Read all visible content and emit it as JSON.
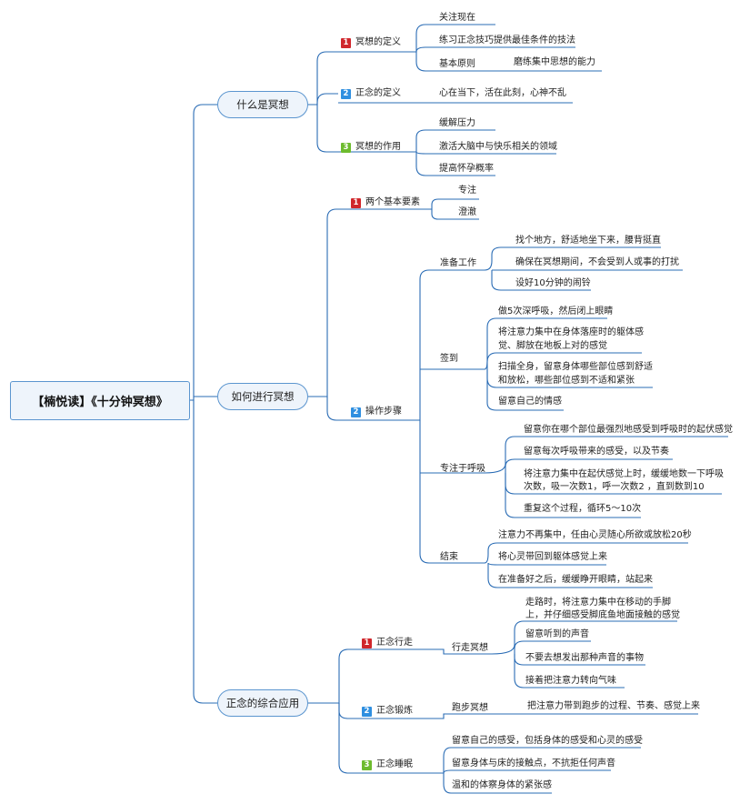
{
  "root": "【楠悦读】《十分钟冥想》",
  "b1": {
    "title": "什么是冥想",
    "def": {
      "badge": "1",
      "label": "冥想的定义",
      "items": [
        "关注现在",
        "练习正念技巧提供最佳条件的技法",
        "基本原则"
      ],
      "principle": "磨练集中思想的能力"
    },
    "mind": {
      "badge": "2",
      "label": "正念的定义",
      "item": "心在当下，活在此刻，心神不乱"
    },
    "effect": {
      "badge": "3",
      "label": "冥想的作用",
      "items": [
        "缓解压力",
        "激活大脑中与快乐相关的领域",
        "提高怀孕概率"
      ]
    }
  },
  "b2": {
    "title": "如何进行冥想",
    "elements": {
      "badge": "1",
      "label": "两个基本要素",
      "items": [
        "专注",
        "澄澈"
      ]
    },
    "steps": {
      "badge": "2",
      "label": "操作步骤",
      "prep": {
        "label": "准备工作",
        "items": [
          "找个地方，舒适地坐下来，腰背挺直",
          "确保在冥想期间，不会受到人或事的打扰",
          "设好10分钟的闹铃"
        ]
      },
      "checkin": {
        "label": "签到",
        "items": [
          "做5次深呼吸，然后闭上眼睛",
          [
            "将注意力集中在身体落座时的躯体感",
            "觉、脚放在地板上对的感觉"
          ],
          [
            "扫描全身，留意身体哪些部位感到舒适",
            "和放松，哪些部位感到不适和紧张"
          ],
          "留意自己的情感"
        ]
      },
      "breath": {
        "label": "专注于呼吸",
        "items": [
          "留意你在哪个部位最强烈地感受到呼吸时的起伏感觉",
          "留意每次呼吸带来的感受，以及节奏",
          [
            "将注意力集中在起伏感觉上时，缓缓地数一下呼吸",
            "次数，吸一次数1，呼一次数2 ，直到数到10"
          ],
          "重复这个过程，循环5～10次"
        ]
      },
      "end": {
        "label": "结束",
        "items": [
          "注意力不再集中，任由心灵随心所欲或放松20秒",
          "将心灵带回到躯体感觉上来",
          "在准备好之后，缓缓睁开眼睛，站起来"
        ]
      }
    }
  },
  "b3": {
    "title": "正念的综合应用",
    "walk": {
      "badge": "1",
      "label": "正念行走",
      "sub": "行走冥想",
      "items": [
        [
          "走路时，将注意力集中在移动的手脚",
          "上，并仔细感受脚底鱼地面接触的感觉"
        ],
        "留意听到的声音",
        "不要去想发出那种声音的事物",
        "接着把注意力转向气味"
      ]
    },
    "run": {
      "badge": "2",
      "label": "正念锻炼",
      "sub": "跑步冥想",
      "item": "把注意力带到跑步的过程、节奏、感觉上来"
    },
    "sleep": {
      "badge": "3",
      "label": "正念睡眠",
      "items": [
        "留意自己的感受，包括身体的感受和心灵的感受",
        "留意身体与床的接触点，不抗拒任何声音",
        "温和的体察身体的紧张感"
      ]
    }
  }
}
